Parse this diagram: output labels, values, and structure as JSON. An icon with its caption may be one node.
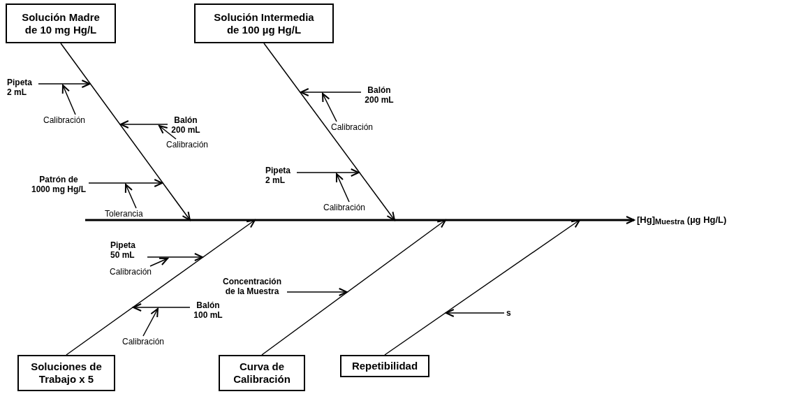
{
  "diagram": {
    "nodes": [
      {
        "text": [
          "Solución Madre de 10 mg Hg/L"
        ]
      },
      {
        "text": [
          "Solución Intermedia de 100 µg Hg/L"
        ]
      },
      {
        "text": [
          "Pipeta 2 mL"
        ]
      },
      {
        "text": [
          "Calibración"
        ]
      },
      {
        "text": [
          "Balón 200 mL"
        ]
      },
      {
        "text": [
          "Calibración"
        ]
      },
      {
        "text": [
          "Patrón de 1000 mg Hg/L"
        ]
      },
      {
        "text": [
          "Tolerancia"
        ]
      },
      {
        "text": [
          "Balón 200 mL"
        ]
      },
      {
        "text": [
          "Calibración"
        ]
      },
      {
        "text": [
          "Pipeta 2 mL"
        ]
      },
      {
        "text": [
          "Calibración"
        ]
      },
      {
        "text": [
          "[Hg]$_{Muestra}$ (µg Hg/L)"
        ]
      },
      {
        "text": [
          "Pipeta 50 mL"
        ]
      },
      {
        "text": [
          "Calibración"
        ]
      },
      {
        "text": [
          "Concentración de la Muestra"
        ]
      },
      {
        "text": [
          "s"
        ]
      },
      {
        "text": [
          "Balón 100 mL"
        ]
      },
      {
        "text": [
          "Calibración"
        ]
      },
      {
        "text": [
          "Soluciones de Trabajo x 5"
        ]
      },
      {
        "text": [
          "Curva de Calibración"
        ]
      },
      {
        "text": [
          "Repetibilidad"
        ]
      }
    ],
    "edges": [
      {
        "from": null,
        "to": 12,
        "arrow": "to",
        "style": "thick"
      },
      {
        "from": 0,
        "to": null,
        "arrow": "to"
      },
      {
        "from": 1,
        "to": null,
        "arrow": "to"
      },
      {
        "from": 19,
        "to": null,
        "arrow": "to"
      },
      {
        "from": 20,
        "to": null,
        "arrow": "to"
      },
      {
        "from": 21,
        "to": null,
        "arrow": "to"
      },
      {
        "from": 2,
        "to": null,
        "arrow": "to"
      },
      {
        "from": 3,
        "to": null,
        "arrow": "to"
      },
      {
        "from": 4,
        "to": null,
        "arrow": "to"
      },
      {
        "from": 5,
        "to": null,
        "arrow": "to"
      },
      {
        "from": 6,
        "to": null,
        "arrow": "to"
      },
      {
        "from": 7,
        "to": null,
        "arrow": "to"
      },
      {
        "from": 8,
        "to": null,
        "arrow": "to"
      },
      {
        "from": 9,
        "to": null,
        "arrow": "to"
      },
      {
        "from": 10,
        "to": null,
        "arrow": "to"
      },
      {
        "from": 11,
        "to": null,
        "arrow": "to"
      },
      {
        "from": 13,
        "to": null,
        "arrow": "to"
      },
      {
        "from": 14,
        "to": null,
        "arrow": "to"
      },
      {
        "from": 15,
        "to": null,
        "arrow": "to"
      },
      {
        "from": 16,
        "to": null,
        "arrow": "to"
      },
      {
        "from": 17,
        "to": null,
        "arrow": "to"
      },
      {
        "from": 18,
        "to": null,
        "arrow": "to"
      }
    ]
  }
}
